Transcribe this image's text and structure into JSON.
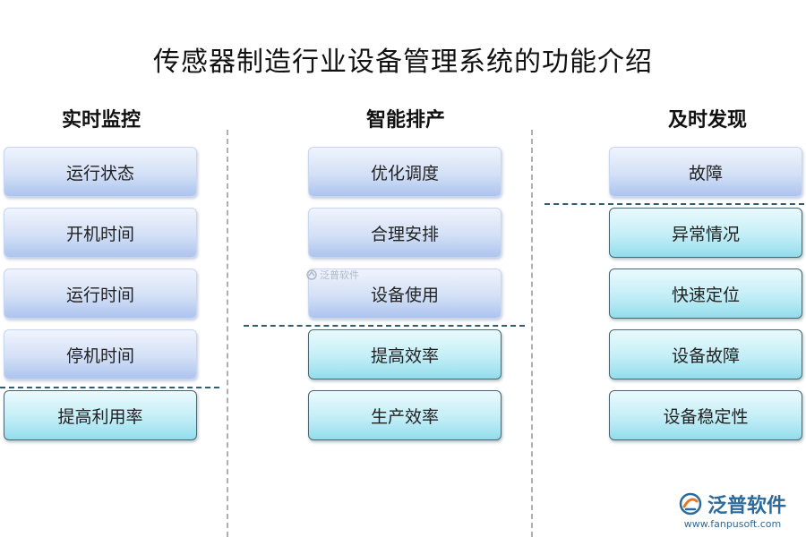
{
  "title": "传感器制造行业设备管理系统的功能介绍",
  "columns": [
    {
      "heading": "实时监控",
      "items": [
        "运行状态",
        "开机时间",
        "运行时间",
        "停机时间",
        "提高利用率"
      ]
    },
    {
      "heading": "智能排产",
      "items": [
        "优化调度",
        "合理安排",
        "设备使用",
        "提高效率",
        "生产效率"
      ]
    },
    {
      "heading": "及时发现",
      "items": [
        "故障",
        "异常情况",
        "快速定位",
        "设备故障",
        "设备稳定性"
      ]
    }
  ],
  "watermark": {
    "small_text": "泛普软件"
  },
  "logo": {
    "name": "泛普软件",
    "url": "www.fanpusoft.com",
    "color": "#2d6a9a"
  },
  "colors": {
    "blue_box": "#c9d8f3",
    "cyan_box": "#b8eaf5",
    "separator": "#2e5e70"
  }
}
